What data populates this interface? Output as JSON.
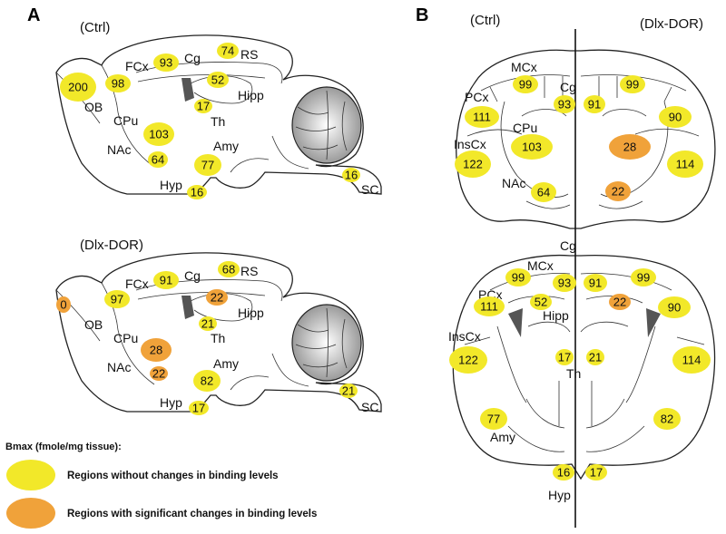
{
  "panels": {
    "A": {
      "letter": "A",
      "top": {
        "condition": "(Ctrl)",
        "labels": [
          "FCx",
          "Cg",
          "RS",
          "OB",
          "Hipp",
          "CPu",
          "Th",
          "NAc",
          "Amy",
          "Hyp",
          "SC"
        ],
        "values": [
          {
            "id": "ob",
            "value": "200",
            "status": "unchanged"
          },
          {
            "id": "fcx",
            "value": "98",
            "status": "unchanged"
          },
          {
            "id": "cg",
            "value": "93",
            "status": "unchanged"
          },
          {
            "id": "rs",
            "value": "74",
            "status": "unchanged"
          },
          {
            "id": "hipp",
            "value": "52",
            "status": "unchanged"
          },
          {
            "id": "th",
            "value": "17",
            "status": "unchanged"
          },
          {
            "id": "cpu",
            "value": "103",
            "status": "unchanged"
          },
          {
            "id": "nac",
            "value": "64",
            "status": "unchanged"
          },
          {
            "id": "amy",
            "value": "77",
            "status": "unchanged"
          },
          {
            "id": "hyp",
            "value": "16",
            "status": "unchanged"
          },
          {
            "id": "sc",
            "value": "16",
            "status": "unchanged"
          }
        ]
      },
      "bottom": {
        "condition": "(Dlx-DOR)",
        "labels": [
          "FCx",
          "Cg",
          "RS",
          "OB",
          "Hipp",
          "CPu",
          "Th",
          "NAc",
          "Amy",
          "Hyp",
          "SC"
        ],
        "values": [
          {
            "id": "ob",
            "value": "0",
            "status": "changed"
          },
          {
            "id": "fcx",
            "value": "97",
            "status": "unchanged"
          },
          {
            "id": "cg",
            "value": "91",
            "status": "unchanged"
          },
          {
            "id": "rs",
            "value": "68",
            "status": "unchanged"
          },
          {
            "id": "hipp",
            "value": "22",
            "status": "changed"
          },
          {
            "id": "th",
            "value": "21",
            "status": "unchanged"
          },
          {
            "id": "cpu",
            "value": "28",
            "status": "changed"
          },
          {
            "id": "nac",
            "value": "22",
            "status": "changed"
          },
          {
            "id": "amy",
            "value": "82",
            "status": "unchanged"
          },
          {
            "id": "hyp",
            "value": "17",
            "status": "unchanged"
          },
          {
            "id": "sc",
            "value": "21",
            "status": "unchanged"
          }
        ]
      }
    },
    "B": {
      "letter": "B",
      "left_condition": "(Ctrl)",
      "right_condition": "(Dlx-DOR)",
      "top": {
        "labels": [
          "MCx",
          "Cg",
          "PCx",
          "CPu",
          "InsCx",
          "NAc"
        ],
        "values": [
          {
            "id": "mcx-l",
            "value": "99",
            "status": "unchanged"
          },
          {
            "id": "cg-l",
            "value": "93",
            "status": "unchanged"
          },
          {
            "id": "cg-r",
            "value": "91",
            "status": "unchanged"
          },
          {
            "id": "mcx-r",
            "value": "99",
            "status": "unchanged"
          },
          {
            "id": "pcx-l",
            "value": "111",
            "status": "unchanged"
          },
          {
            "id": "pcx-r",
            "value": "90",
            "status": "unchanged"
          },
          {
            "id": "cpu-l",
            "value": "103",
            "status": "unchanged"
          },
          {
            "id": "cpu-r",
            "value": "28",
            "status": "changed"
          },
          {
            "id": "inscx-l",
            "value": "122",
            "status": "unchanged"
          },
          {
            "id": "inscx-r",
            "value": "114",
            "status": "unchanged"
          },
          {
            "id": "nac-l",
            "value": "64",
            "status": "unchanged"
          },
          {
            "id": "nac-r",
            "value": "22",
            "status": "changed"
          }
        ]
      },
      "bottom": {
        "labels": [
          "Cg",
          "MCx",
          "PCx",
          "Hipp",
          "InsCx",
          "Th",
          "Amy",
          "Hyp"
        ],
        "values": [
          {
            "id": "mcx-l",
            "value": "99",
            "status": "unchanged"
          },
          {
            "id": "cg-l",
            "value": "93",
            "status": "unchanged"
          },
          {
            "id": "cg-r",
            "value": "91",
            "status": "unchanged"
          },
          {
            "id": "mcx-r",
            "value": "99",
            "status": "unchanged"
          },
          {
            "id": "pcx-l",
            "value": "111",
            "status": "unchanged"
          },
          {
            "id": "hipp-l",
            "value": "52",
            "status": "unchanged"
          },
          {
            "id": "hipp-r",
            "value": "22",
            "status": "changed"
          },
          {
            "id": "pcx-r",
            "value": "90",
            "status": "unchanged"
          },
          {
            "id": "inscx-l",
            "value": "122",
            "status": "unchanged"
          },
          {
            "id": "th-l",
            "value": "17",
            "status": "unchanged"
          },
          {
            "id": "th-r",
            "value": "21",
            "status": "unchanged"
          },
          {
            "id": "inscx-r",
            "value": "114",
            "status": "unchanged"
          },
          {
            "id": "amy-l",
            "value": "77",
            "status": "unchanged"
          },
          {
            "id": "amy-r",
            "value": "82",
            "status": "unchanged"
          },
          {
            "id": "hyp-l",
            "value": "16",
            "status": "unchanged"
          },
          {
            "id": "hyp-r",
            "value": "17",
            "status": "unchanged"
          }
        ]
      }
    }
  },
  "legend": {
    "title": "Bmax (fmole/mg tissue):",
    "unchanged_text": "Regions without changes in binding levels",
    "changed_text": "Regions with significant changes in binding levels"
  },
  "colors": {
    "unchanged": "#f2e829",
    "changed": "#f0a23a",
    "cerebellum": "#cfcfcf",
    "ventricle": "#555555"
  }
}
